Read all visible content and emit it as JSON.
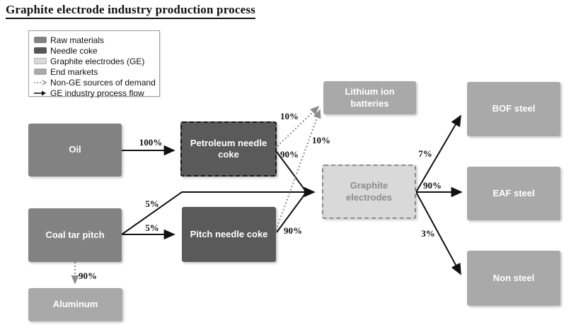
{
  "title": "Graphite electrode industry production process",
  "legend": {
    "items": [
      {
        "label": "Raw materials",
        "icon": "raw-materials-swatch",
        "color": "#828282"
      },
      {
        "label": "Needle coke",
        "icon": "needle-coke-swatch",
        "color": "#5a5a5a"
      },
      {
        "label": "Graphite electrodes (GE)",
        "icon": "graphite-electrodes-swatch",
        "color": "#d9d9d9"
      },
      {
        "label": "End markets",
        "icon": "end-markets-swatch",
        "color": "#a9a9a9"
      },
      {
        "label": "Non-GE sources of demand",
        "icon": "dashed-arrow-icon",
        "color": "#8c8c8c"
      },
      {
        "label": "GE industry process flow",
        "icon": "solid-arrow-icon",
        "color": "#111111"
      }
    ]
  },
  "nodes": {
    "oil": {
      "label": "Oil",
      "category": "raw-material"
    },
    "coal_tar_pitch": {
      "label": "Coal tar pitch",
      "category": "raw-material"
    },
    "aluminum": {
      "label": "Aluminum",
      "category": "end-market"
    },
    "petroleum_needle_coke": {
      "label": "Petroleum needle coke",
      "category": "needle-coke"
    },
    "pitch_needle_coke": {
      "label": "Pitch needle coke",
      "category": "needle-coke"
    },
    "lithium_ion_batteries": {
      "label": "Lithium ion batteries",
      "category": "end-market"
    },
    "graphite_electrodes": {
      "label": "Graphite electrodes",
      "category": "graphite-electrodes"
    },
    "bof_steel": {
      "label": "BOF steel",
      "category": "end-market"
    },
    "eaf_steel": {
      "label": "EAF steel",
      "category": "end-market"
    },
    "non_steel": {
      "label": "Non steel",
      "category": "end-market"
    }
  },
  "flows": [
    {
      "from": "Oil",
      "to": "Petroleum needle coke",
      "value": "100%",
      "type": "ge-process"
    },
    {
      "from": "Coal tar pitch",
      "to": "Graphite electrodes",
      "value": "5%",
      "type": "ge-process"
    },
    {
      "from": "Coal tar pitch",
      "to": "Pitch needle coke",
      "value": "5%",
      "type": "ge-process"
    },
    {
      "from": "Coal tar pitch",
      "to": "Aluminum",
      "value": "90%",
      "type": "non-ge"
    },
    {
      "from": "Petroleum needle coke",
      "to": "Lithium ion batteries",
      "value": "10%",
      "type": "non-ge"
    },
    {
      "from": "Petroleum needle coke",
      "to": "Graphite electrodes",
      "value": "90%",
      "type": "ge-process"
    },
    {
      "from": "Pitch needle coke",
      "to": "Lithium ion batteries",
      "value": "10%",
      "type": "non-ge"
    },
    {
      "from": "Pitch needle coke",
      "to": "Graphite electrodes",
      "value": "90%",
      "type": "ge-process"
    },
    {
      "from": "Graphite electrodes",
      "to": "BOF steel",
      "value": "7%",
      "type": "ge-process"
    },
    {
      "from": "Graphite electrodes",
      "to": "EAF steel",
      "value": "90%",
      "type": "ge-process"
    },
    {
      "from": "Graphite electrodes",
      "to": "Non steel",
      "value": "3%",
      "type": "ge-process"
    }
  ],
  "colors": {
    "raw_materials": "#828282",
    "needle_coke": "#5a5a5a",
    "graphite_electrodes_fill": "#d9d9d9",
    "graphite_electrodes_text": "#8c8c8c",
    "end_markets": "#a9a9a9",
    "process_arrow": "#111111",
    "non_ge_arrow": "#8c8c8c"
  }
}
